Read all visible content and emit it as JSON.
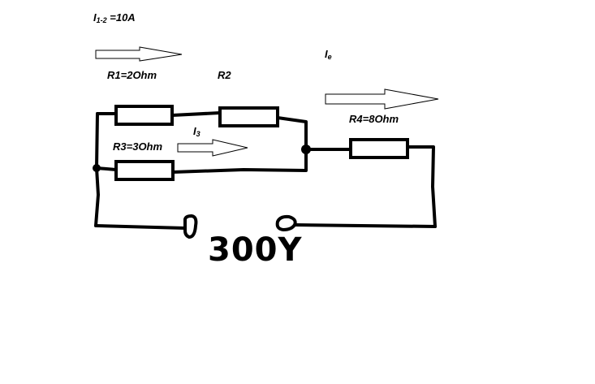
{
  "labels": {
    "i12": {
      "main": "I",
      "sub": "1-2",
      "rest": " =10A"
    },
    "r1": "R1=2Ohm",
    "r2": "R2",
    "ie": {
      "main": "I",
      "sub": "e"
    },
    "r4": "R4=8Ohm",
    "i3": {
      "main": "I",
      "sub": "3"
    },
    "r3": "R3=3Ohm",
    "voltage": "300Y"
  }
}
